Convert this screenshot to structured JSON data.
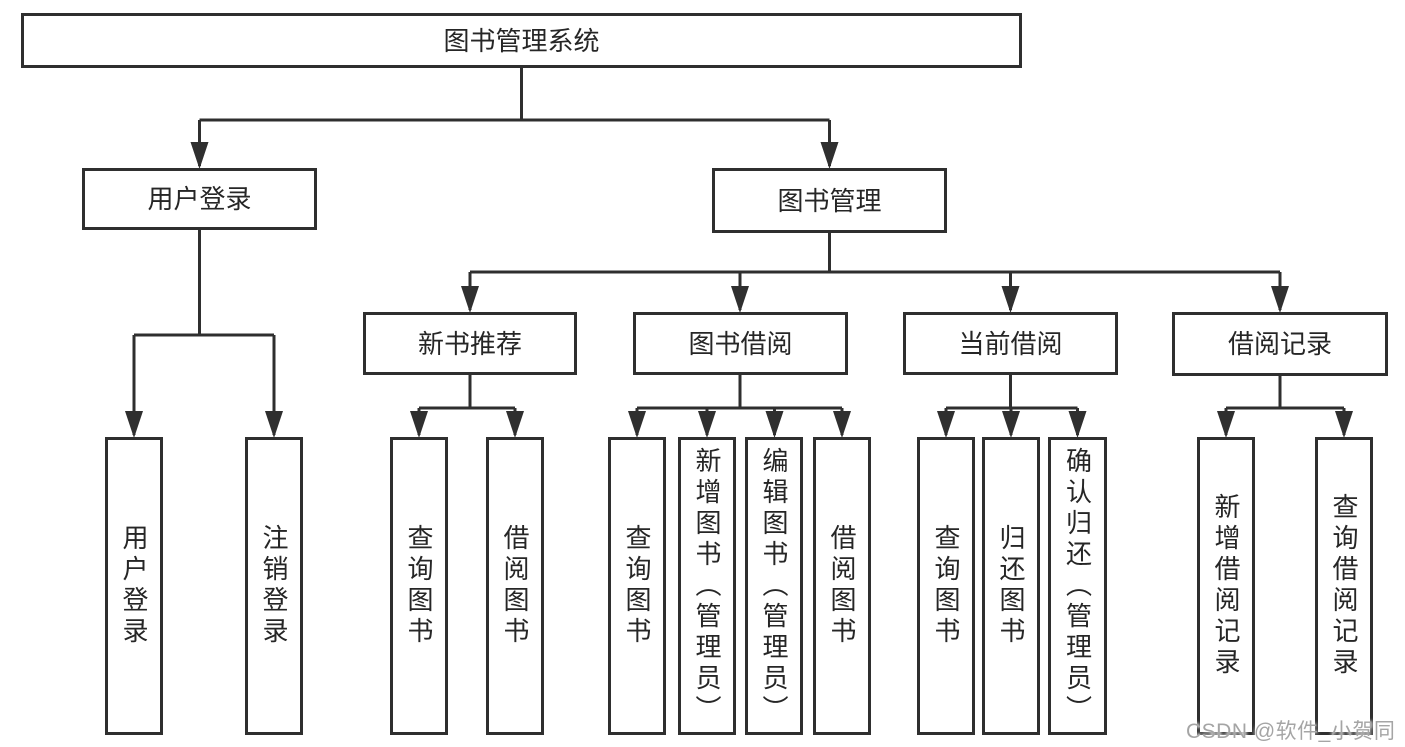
{
  "diagram": {
    "root": {
      "label": "图书管理系统"
    },
    "level2": [
      {
        "label": "用户登录"
      },
      {
        "label": "图书管理"
      }
    ],
    "level3": [
      {
        "label": "新书推荐"
      },
      {
        "label": "图书借阅"
      },
      {
        "label": "当前借阅"
      },
      {
        "label": "借阅记录"
      }
    ],
    "leaves": {
      "user_login": [
        {
          "label": "用户登录"
        },
        {
          "label": "注销登录"
        }
      ],
      "new_book": [
        {
          "label": "查询图书"
        },
        {
          "label": "借阅图书"
        }
      ],
      "book_borrow": [
        {
          "label": "查询图书"
        },
        {
          "label": "新增图书（管理员）"
        },
        {
          "label": "编辑图书（管理员）"
        },
        {
          "label": "借阅图书"
        }
      ],
      "current_borrow": [
        {
          "label": "查询图书"
        },
        {
          "label": "归还图书"
        },
        {
          "label": "确认归还（管理员）"
        }
      ],
      "borrow_record": [
        {
          "label": "新增借阅记录"
        },
        {
          "label": "查询借阅记录"
        }
      ]
    }
  },
  "watermark": {
    "text": "CSDN @软件_小贺同学"
  },
  "colors": {
    "line": "#2f2f2f",
    "box_border": "#2f2f2f",
    "text": "#262626",
    "watermark": "#a5a5a5",
    "background": "#ffffff"
  }
}
